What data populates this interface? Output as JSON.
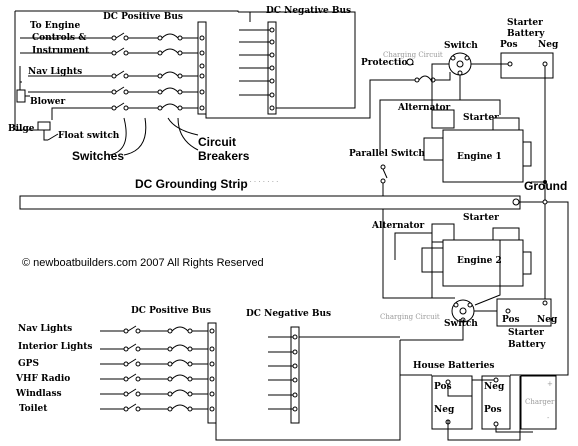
{
  "upper_panel": {
    "positive_bus_label": "DC Positive Bus",
    "negative_bus_label": "DC Negative Bus",
    "circuits": [
      "To Engine",
      "Controls &",
      "Instrument",
      "Nav Lights",
      "Blower",
      "Bilge",
      "Float switch"
    ],
    "switches_label": "Switches",
    "breakers_label_1": "Circuit",
    "breakers_label_2": "Breakers",
    "protection_label": "Protection",
    "charging_circuit_label": "Charging Circuit",
    "switch_label": "Switch"
  },
  "starter_battery_top": {
    "label_1": "Starter",
    "label_2": "Battery",
    "pos": "Pos",
    "neg": "Neg"
  },
  "engine_1": {
    "alternator": "Alternator",
    "starter": "Starter",
    "name": "Engine 1",
    "parallel_switch": "Parallel Switch"
  },
  "ground_label": "Ground",
  "grounding_strip_label": "DC Grounding Strip",
  "copyright": "© newboatbuilders.com 2007 All Rights Reserved",
  "engine_2": {
    "alternator": "Alternator",
    "starter": "Starter",
    "name": "Engine 2",
    "charging_circuit_label": "Charging Circuit",
    "switch_label": "Switch"
  },
  "starter_battery_bottom": {
    "pos": "Pos",
    "neg": "Neg",
    "label_1": "Starter",
    "label_2": "Battery"
  },
  "lower_panel": {
    "positive_bus_label": "DC Positive Bus",
    "negative_bus_label": "DC Negative Bus",
    "circuits": [
      "Nav Lights",
      "Interior Lights",
      "GPS",
      "VHF Radio",
      "Windlass",
      "Toilet"
    ]
  },
  "house_batteries": {
    "label": "House Batteries",
    "battery_1": {
      "pos": "Pos",
      "neg": "Neg"
    },
    "battery_2": {
      "neg": "Neg",
      "pos": "Pos"
    },
    "charger": "Charger"
  }
}
